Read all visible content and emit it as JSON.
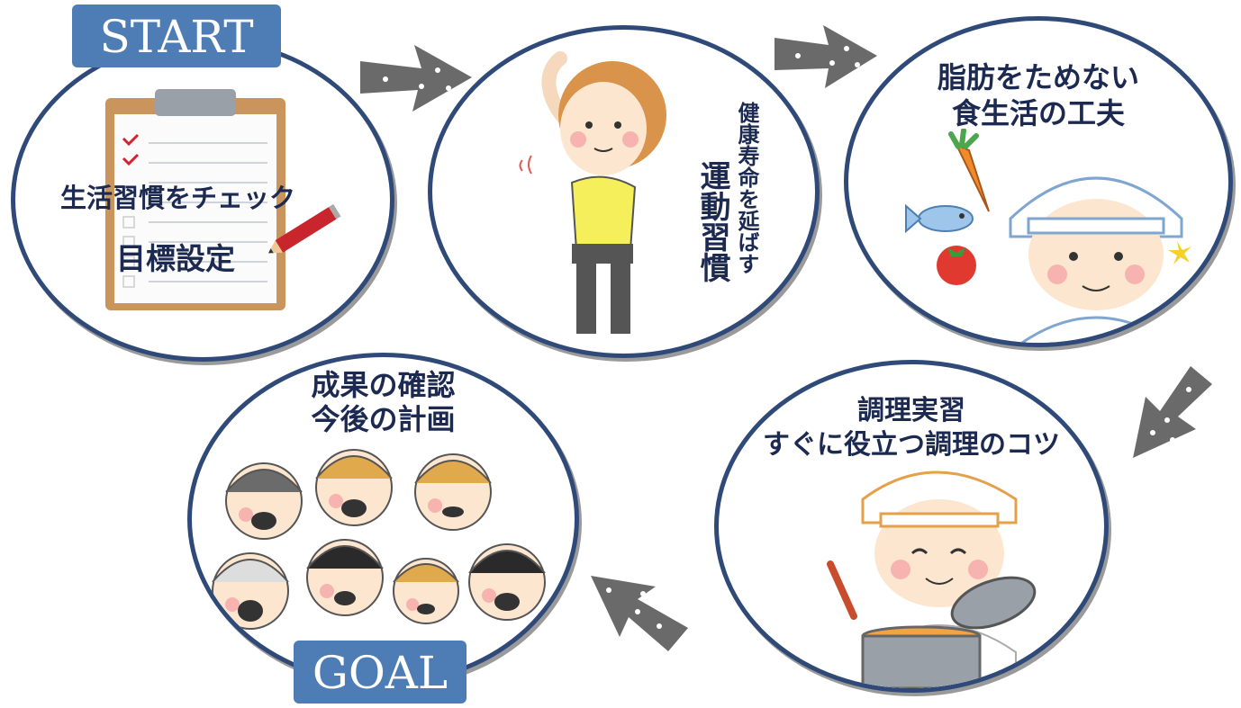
{
  "start_label": "START",
  "goal_label": "GOAL",
  "steps": [
    {
      "line1": "生活習慣をチェック",
      "line2": "目標設定"
    },
    {
      "line1": "健康寿命を延ばす",
      "line2": "運動習慣"
    },
    {
      "line1": "脂肪をためない",
      "line2": "食生活の工夫"
    },
    {
      "line1": "調理実習",
      "line2": "すぐに役立つ調理のコツ"
    },
    {
      "line1": "成果の確認",
      "line2": "今後の計画"
    }
  ],
  "colors": {
    "tag": "#4e7cb5",
    "ring": "#2f4a78",
    "text": "#1c2a52",
    "arrow": "#666666"
  },
  "icons": [
    "clipboard-icon",
    "pencil-icon",
    "stretching-woman-icon",
    "carrot-icon",
    "fish-icon",
    "tomato-icon",
    "cook-icon",
    "pot-icon",
    "group-people-icon",
    "arrow-icon"
  ]
}
